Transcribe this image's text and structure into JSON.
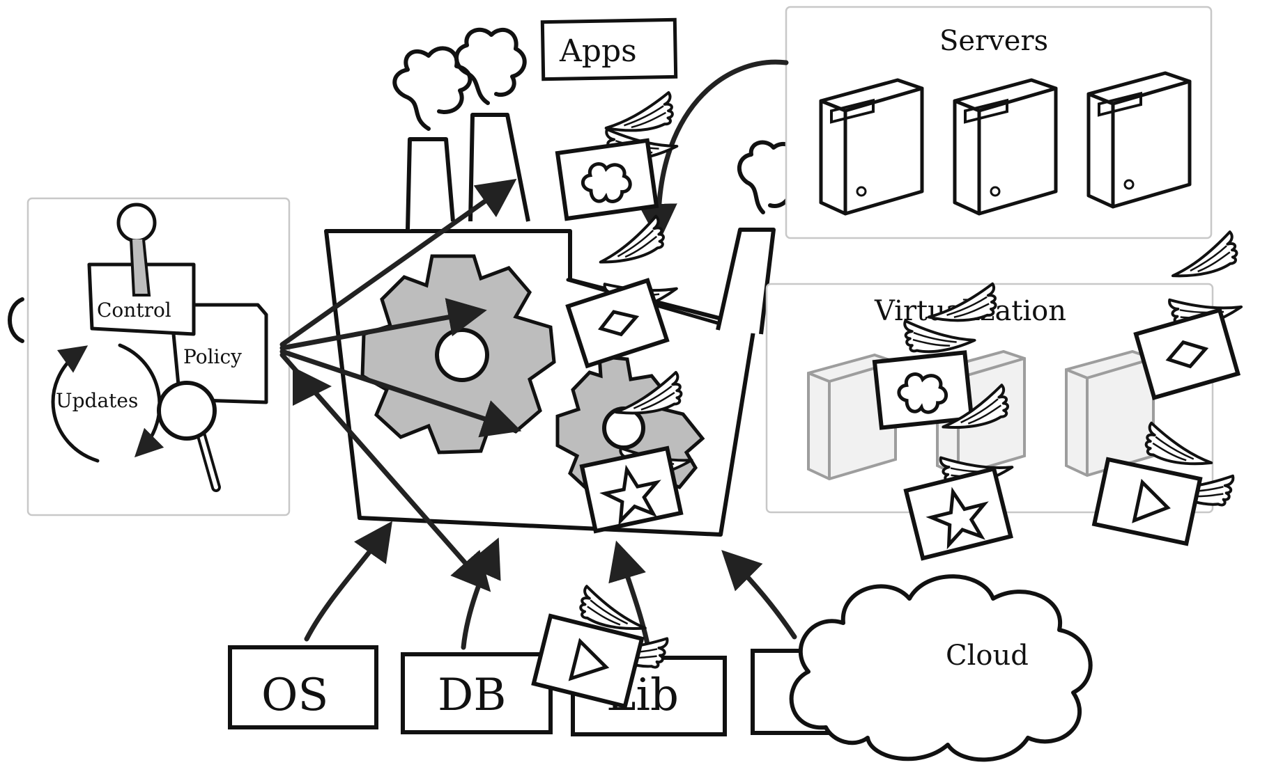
{
  "labels": {
    "apps": "Apps",
    "servers": "Servers",
    "virtualization": "Virtualization",
    "control": "Control",
    "policy": "Policy",
    "updates": "Updates",
    "cloud": "Cloud",
    "os": "OS",
    "db": "DB",
    "lib": "Lib"
  },
  "colors": {
    "ink": "#111111",
    "gear_fill": "#bdbdbd",
    "ghost_server": "#9d9d9d",
    "panel_border": "#c8c8c8"
  },
  "icons": [
    "factory-icon",
    "gear-icon",
    "server-icon",
    "winged-package-icon",
    "cloud-icon",
    "pushpin-icon",
    "magnifier-icon",
    "cycle-arrows-icon"
  ]
}
